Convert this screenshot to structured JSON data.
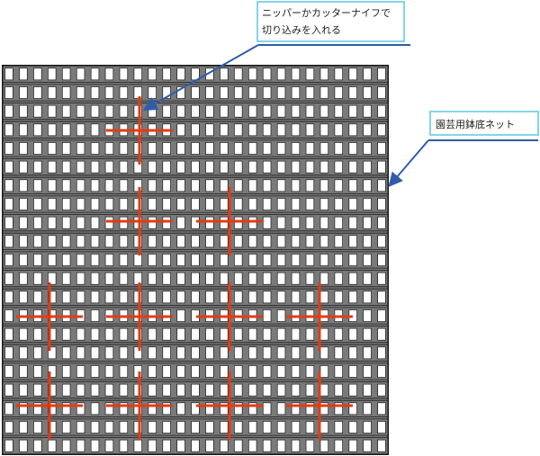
{
  "callouts": {
    "cut": {
      "line1": "ニッパーかカッターナイフで",
      "line2": "切り込みを入れる"
    },
    "net": {
      "label": "園芸用鉢底ネット"
    }
  },
  "colors": {
    "mesh_bar": "#7a7a7a",
    "mesh_edge": "#1a1a1a",
    "mesh_hole": "#ffffff",
    "cut_mark": "#e23c14",
    "arrow": "#2f5da8",
    "callout_border": "#5bc6e6"
  },
  "diagram": {
    "mesh_columns": 27,
    "mesh_rows": 21,
    "cut_marks_per_row": [
      1,
      2,
      4,
      4
    ]
  }
}
